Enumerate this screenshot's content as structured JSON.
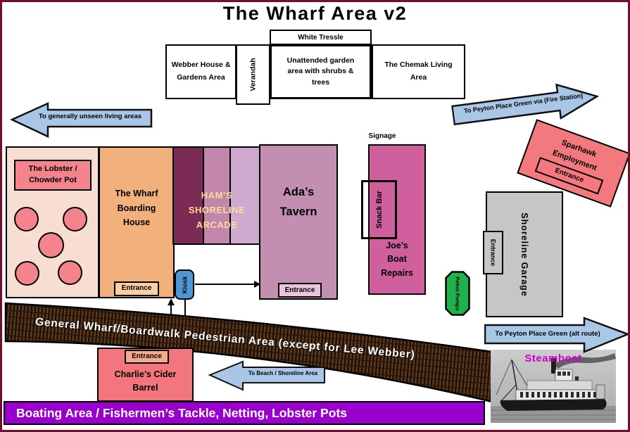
{
  "title": "The Wharf Area v2",
  "top_row": {
    "white_tressle": "White Tressle",
    "webber": [
      "Webber House &",
      "Gardens Area"
    ],
    "verandah": "Verandah",
    "garden": [
      "Unattended garden",
      "area with shrubs &",
      "trees"
    ],
    "chemak": [
      "The Chemak Living",
      "Area"
    ]
  },
  "arrows": {
    "unseen_living": "To generally unseen living areas",
    "peyton_fire": "To Peyton Place Green via (Fire Station)",
    "peyton_alt": "To Peyton Place Green (alt route)",
    "beach": "To Beach / Shoreline Area"
  },
  "buildings": {
    "lobster": [
      "The Lobster /",
      "Chowder Pot"
    ],
    "boarding": [
      "The Wharf",
      "Boarding",
      "House"
    ],
    "arcade": [
      "HAM’S",
      "SHORELINE",
      "ARCADE"
    ],
    "tavern": [
      "Ada’s",
      "Tavern"
    ],
    "joes": [
      "Joe’s",
      "Boat",
      "Repairs"
    ],
    "sparhawk": [
      "Sparhawk",
      "Employment"
    ],
    "charlies": [
      "Charlie’s Cider",
      "Barrel"
    ],
    "garage": "Shoreline Garage"
  },
  "labels": {
    "entrance": "Entrance",
    "signage": "Signage",
    "kiosk": "Kiosk",
    "snack_bar": "Snack Bar",
    "petrol_pumps": "Petrol Pumps",
    "steamboat": "Steamboat"
  },
  "boardwalk_text": "General Wharf/Boardwalk Pedestrian Area (except for Lee Webber)",
  "bottom_bar_text": "Boating Area / Fishermen’s Tackle, Netting, Lobster Pots",
  "colors": {
    "page_border": "#70102c",
    "arrow_blue": "#a9c6e7",
    "salmon": "#f4838b",
    "lobster_bg": "#f8ddd2",
    "boarding_bg": "#f2b07c",
    "arcade_dark": "#7b2b54",
    "arcade_mid": "#c286ab",
    "arcade_light": "#cfa9cf",
    "arcade_text": "#f8dd9b",
    "tavern_bg": "#c28fb0",
    "joes_bg": "#cf5f9d",
    "kiosk_blue": "#4f96d4",
    "petrol_green": "#1eb14c",
    "garage_grey": "#c6c6c6",
    "sparhawk_pink": "#f4797f",
    "boardwalk_brown": "#5d3b1f",
    "bottom_bar_purple": "#9900cc",
    "steamboat_label": "#cc00cc"
  }
}
